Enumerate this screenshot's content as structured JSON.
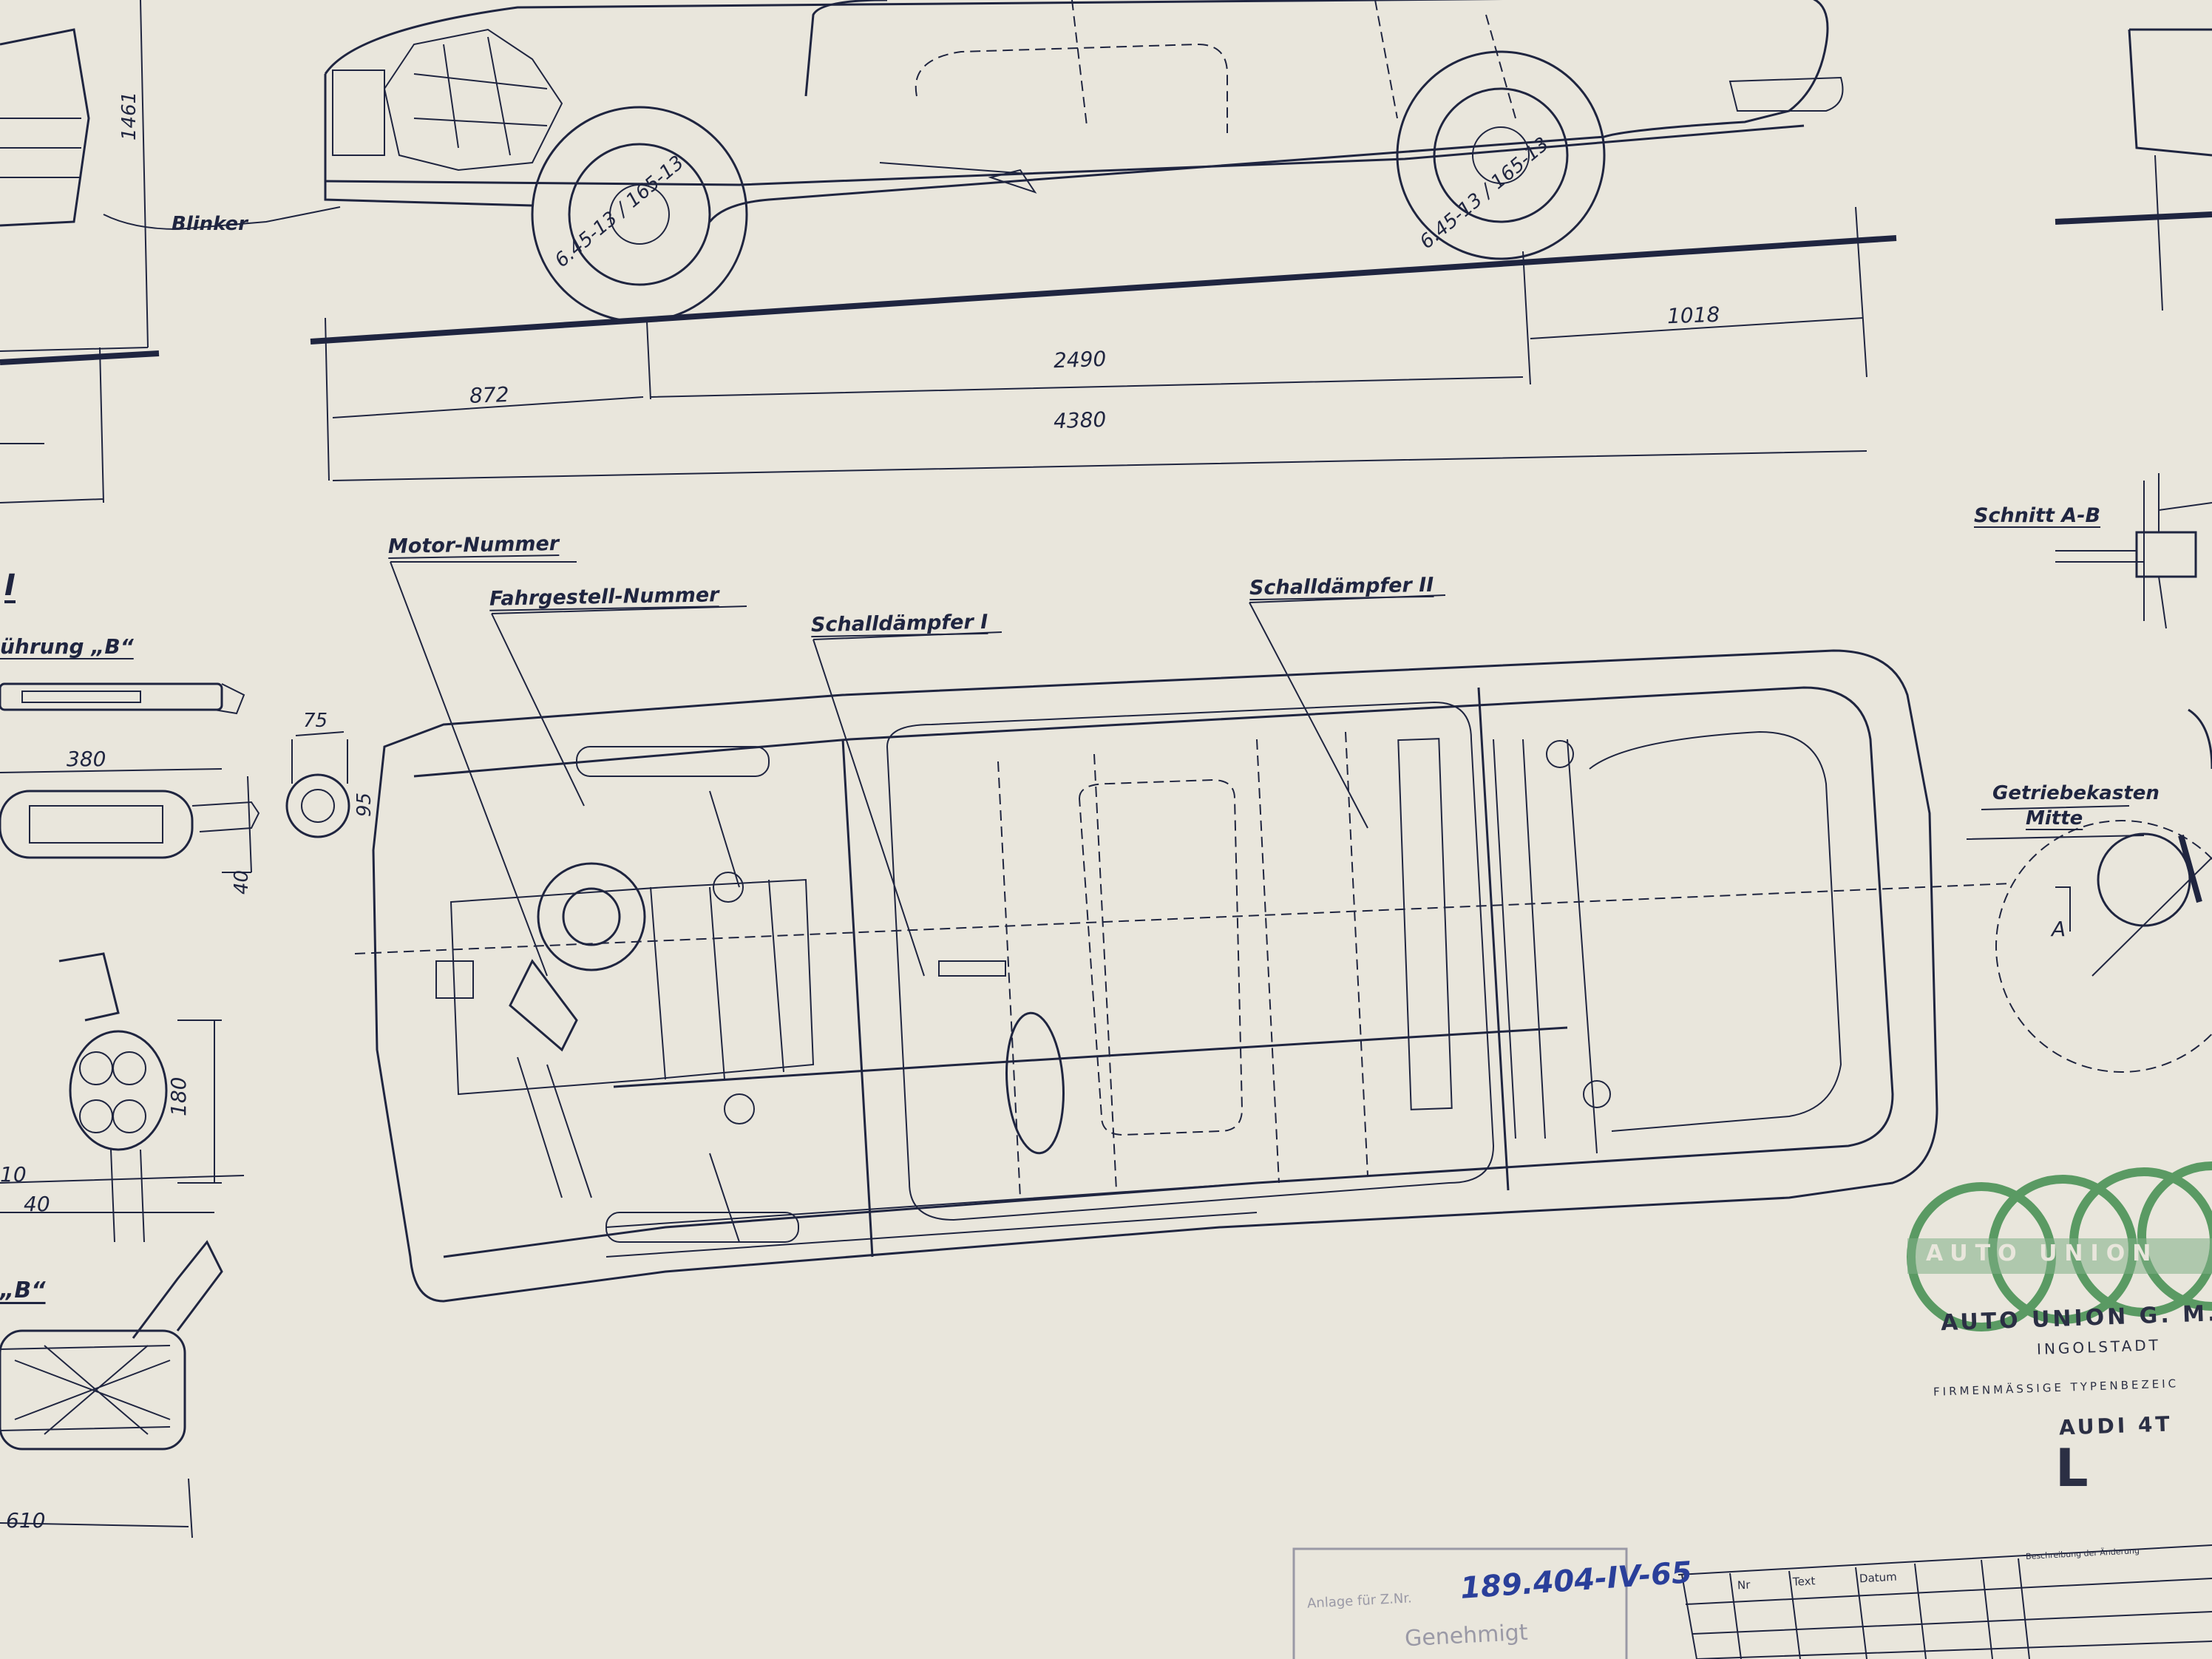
{
  "drawing": {
    "side_view": {
      "label_blinker": "Blinker",
      "tire_front": "6.45-13 / 165-13",
      "tire_rear": "6.45-13 / 165-13",
      "dim_height": "1461",
      "dim_front_overhang": "872",
      "dim_wheelbase": "2490",
      "dim_rear_overhang": "1018",
      "dim_length": "4380"
    },
    "plan_view": {
      "label_motor": "Motor-Nummer",
      "label_chassis": "Fahrgestell-Nummer",
      "label_muffler_1": "Schalldämpfer I",
      "label_muffler_2": "Schalldämpfer II"
    },
    "left_details": {
      "roman_one": "I",
      "fuehrung_b": "ührung „B“",
      "dim_75": "75",
      "dim_380": "380",
      "dim_95": "95",
      "dim_40_a": "40",
      "dim_180": "180",
      "dim_10": "10",
      "dim_40_b": "40",
      "label_b": "„B“",
      "dim_610": "610"
    },
    "right_details": {
      "section": "Schnitt A-B",
      "gearbox_line1": "Getriebekasten",
      "gearbox_line2": "Mitte",
      "point_a": "A"
    }
  },
  "title_block": {
    "logo_text": "AUTO UNION",
    "company": "AUTO UNION G. M. B",
    "city": "INGOLSTADT",
    "type_caption": "FIRMENMÄSSIGE TYPENBEZEIC",
    "model": "AUDI 4T",
    "variant": "L",
    "approval_caption": "Anlage für Z.Nr.",
    "approval_number": "189.404-IV-65",
    "approval_status": "Genehmigt",
    "revision_headers": [
      "Nr",
      "Text",
      "Datum",
      "",
      "Beschreibung der Änderung"
    ]
  },
  "colors": {
    "paper": "#e9e6dc",
    "ink": "#1f2540",
    "stamp_green": "#5a9a63",
    "handwriting_blue": "#2a3f9a"
  }
}
